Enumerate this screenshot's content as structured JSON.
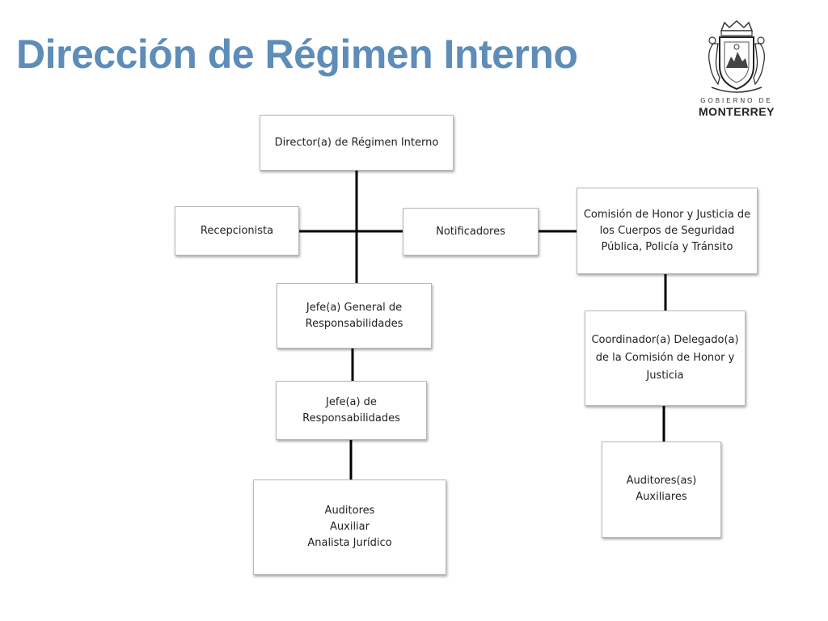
{
  "header": {
    "title": "Dirección de Régimen Interno"
  },
  "logo": {
    "icon": "monterrey-coat-of-arms-icon",
    "line1": "GOBIERNO DE",
    "line2": "MONTERREY"
  },
  "org_chart": {
    "director": "Director(a) de Régimen Interno",
    "recepcionista": "Recepcionista",
    "notificadores": "Notificadores",
    "comision": [
      "Comisión de Honor y Justicia de",
      "los Cuerpos de Seguridad",
      "Pública, Policía y Tránsito"
    ],
    "jefe_general": [
      "Jefe(a) General de",
      "Responsabilidades"
    ],
    "jefe": [
      "Jefe(a) de",
      "Responsabilidades"
    ],
    "auditores": [
      "Auditores",
      "Auxiliar",
      "Analista Jurídico"
    ],
    "coordinador": [
      "Coordinador(a) Delegado(a)",
      "de la Comisión de Honor y",
      "Justicia"
    ],
    "auditores_aux": [
      "Auditores(as)",
      "Auxiliares"
    ]
  },
  "colors": {
    "title": "#5d8db8",
    "connector": "#000000",
    "box_border": "#b8b8b8"
  }
}
